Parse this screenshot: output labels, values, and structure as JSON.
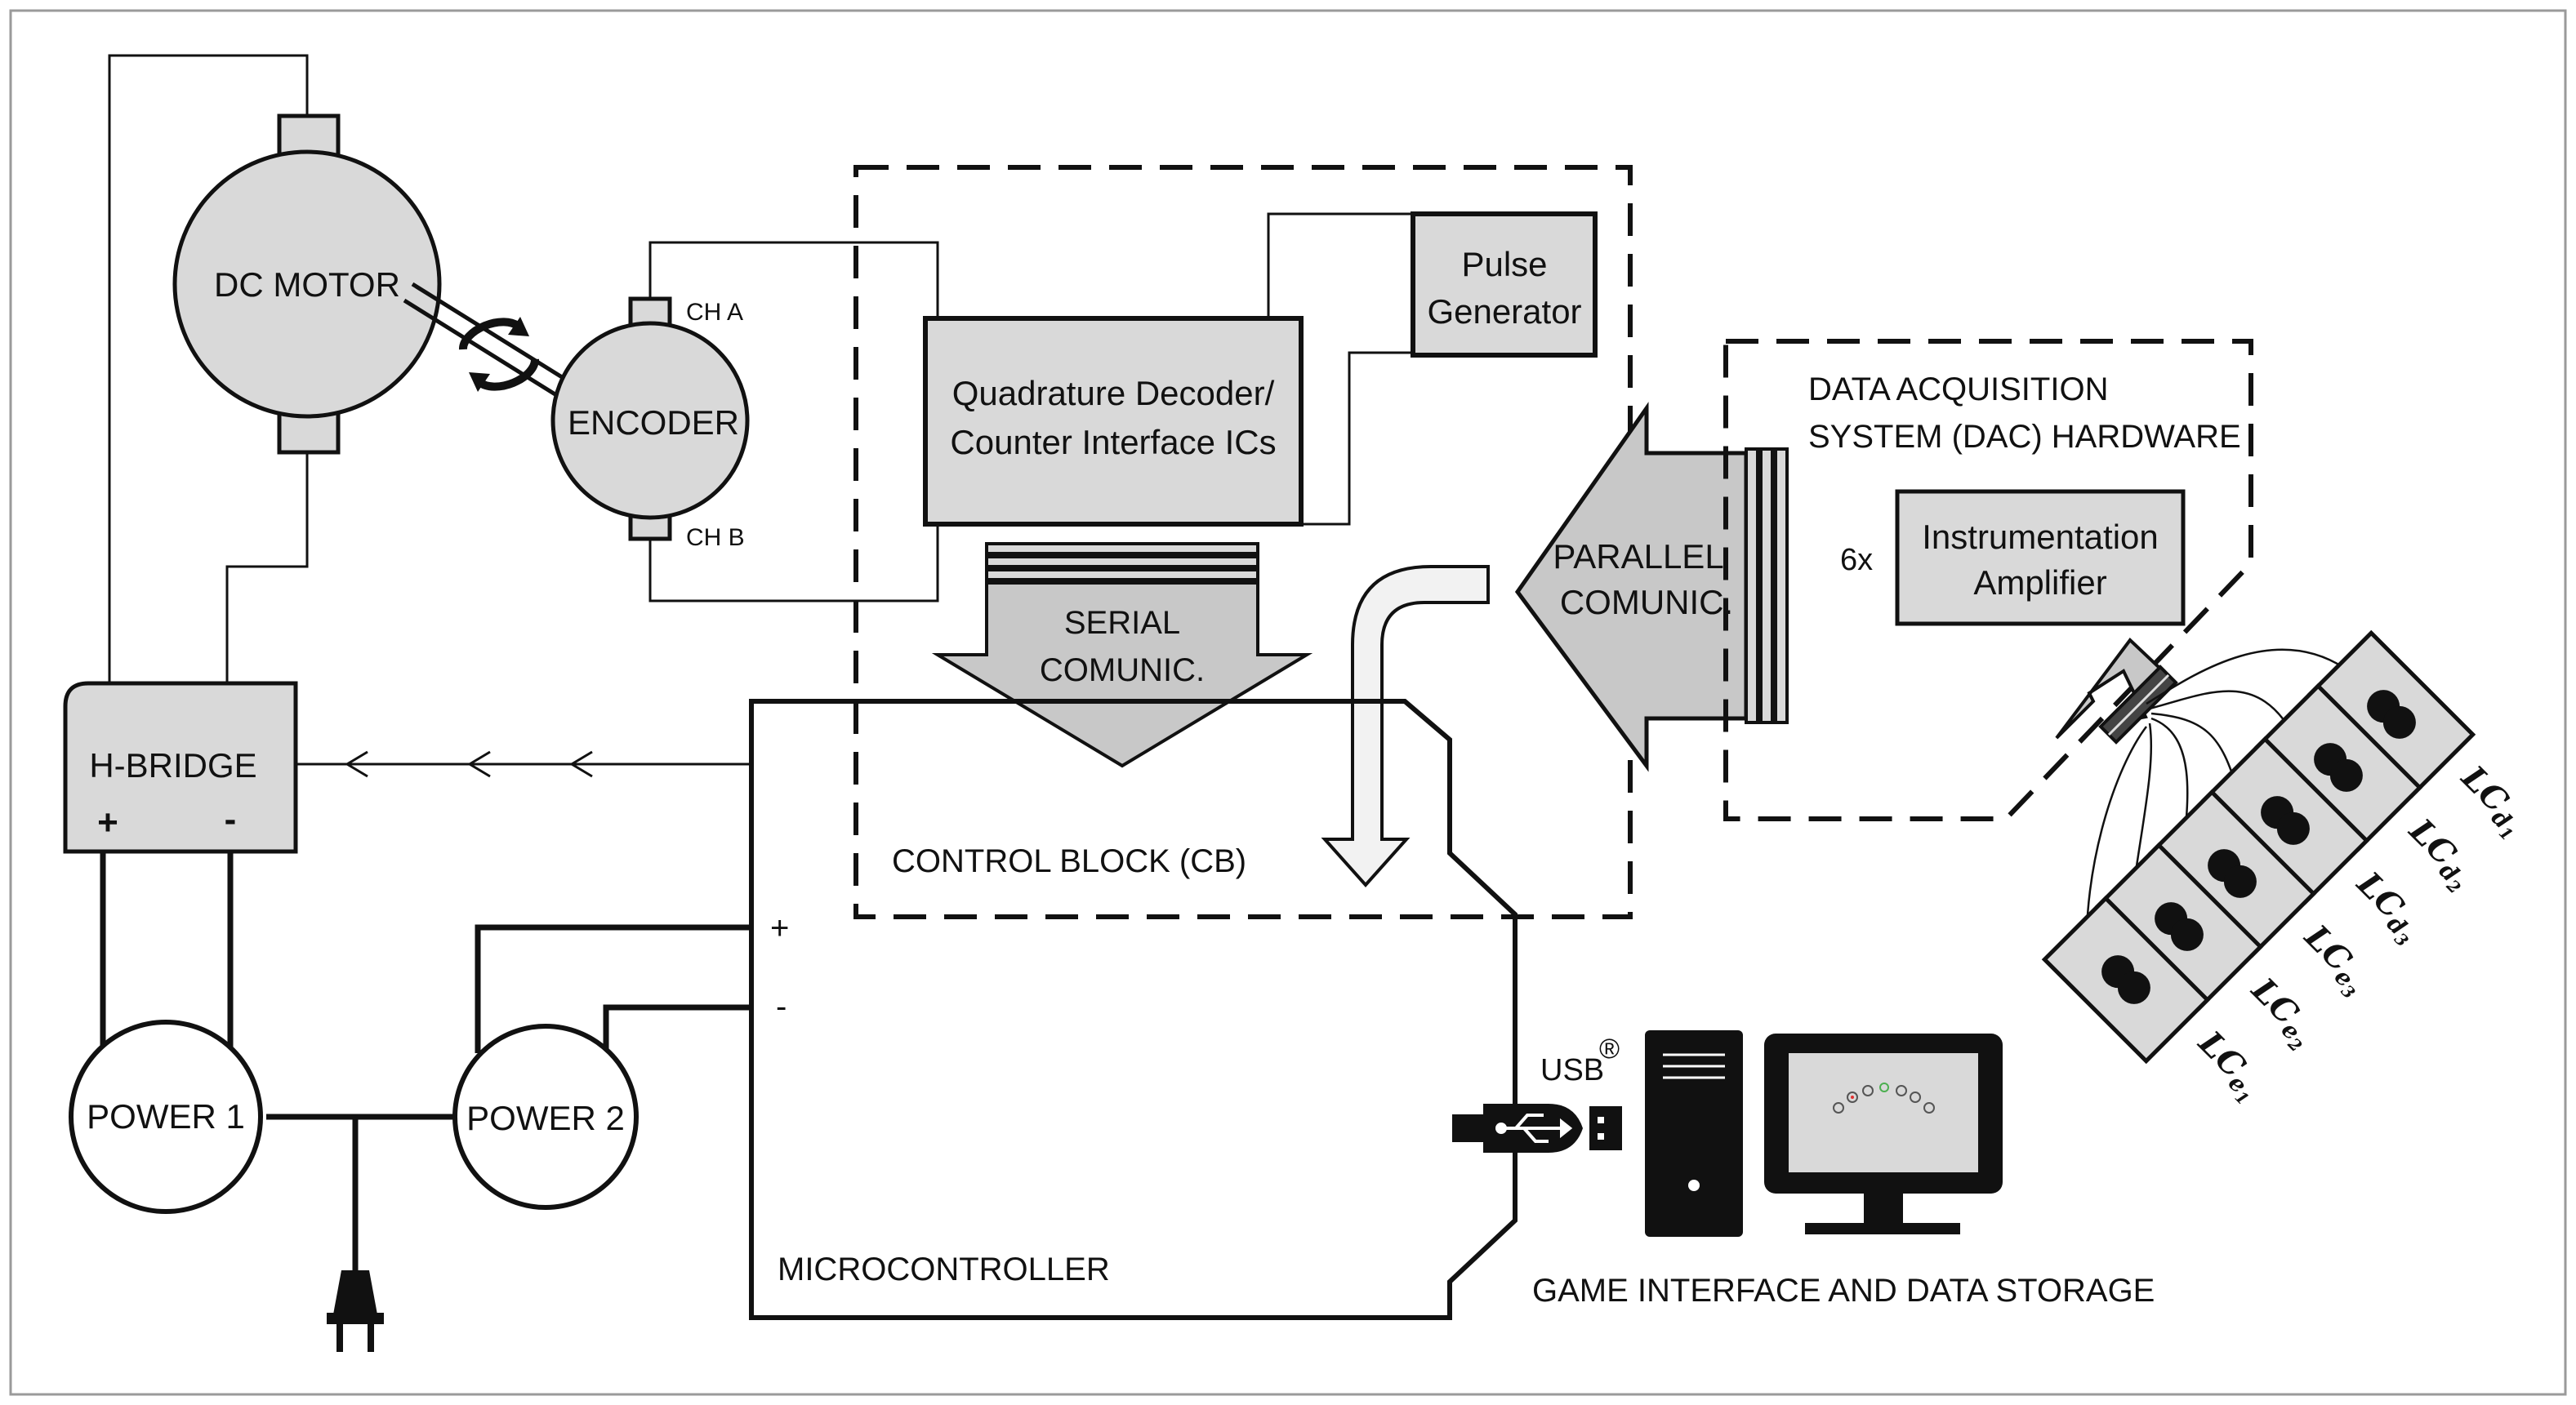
{
  "labels": {
    "dc_motor": "DC MOTOR",
    "encoder": "ENCODER",
    "ch_a": "CH A",
    "ch_b": "CH B",
    "h_bridge": "H-BRIDGE",
    "hb_plus": "+",
    "hb_minus": "-",
    "power1": "POWER 1",
    "power2": "POWER 2",
    "pulse_gen_1": "Pulse",
    "pulse_gen_2": "Generator",
    "quad_1": "Quadrature Decoder/",
    "quad_2": "Counter Interface ICs",
    "serial_1": "SERIAL",
    "serial_2": "COMUNIC.",
    "parallel_1": "PARALLEL",
    "parallel_2": "COMUNIC.",
    "control_block": "CONTROL BLOCK (CB)",
    "mc_plus": "+",
    "mc_minus": "-",
    "microcontroller": "MICROCONTROLLER",
    "dac_1": "DATA ACQUISITION",
    "dac_2": "SYSTEM (DAC) HARDWARE",
    "six_x": "6x",
    "instr_1": "Instrumentation",
    "instr_2": "Amplifier",
    "usb": "USB",
    "usb_reg": "®",
    "game": "GAME INTERFACE AND DATA STORAGE"
  },
  "load_cells": [
    {
      "base": "LC",
      "sub_letter": "d",
      "sub_num": "1"
    },
    {
      "base": "LC",
      "sub_letter": "d",
      "sub_num": "2"
    },
    {
      "base": "LC",
      "sub_letter": "d",
      "sub_num": "3"
    },
    {
      "base": "LC",
      "sub_letter": "e",
      "sub_num": "3"
    },
    {
      "base": "LC",
      "sub_letter": "e",
      "sub_num": "2"
    },
    {
      "base": "LC",
      "sub_letter": "e",
      "sub_num": "1"
    }
  ],
  "colors": {
    "block_fill": "#d9d9d9",
    "arrow_fill": "#c8c8c8",
    "line": "#111111",
    "frame": "#9a9a9a"
  },
  "icons": [
    "rotation-arrows-icon",
    "usb-connector-icon",
    "usb-symbol-icon",
    "pc-tower-icon",
    "monitor-icon",
    "power-plug-icon"
  ]
}
